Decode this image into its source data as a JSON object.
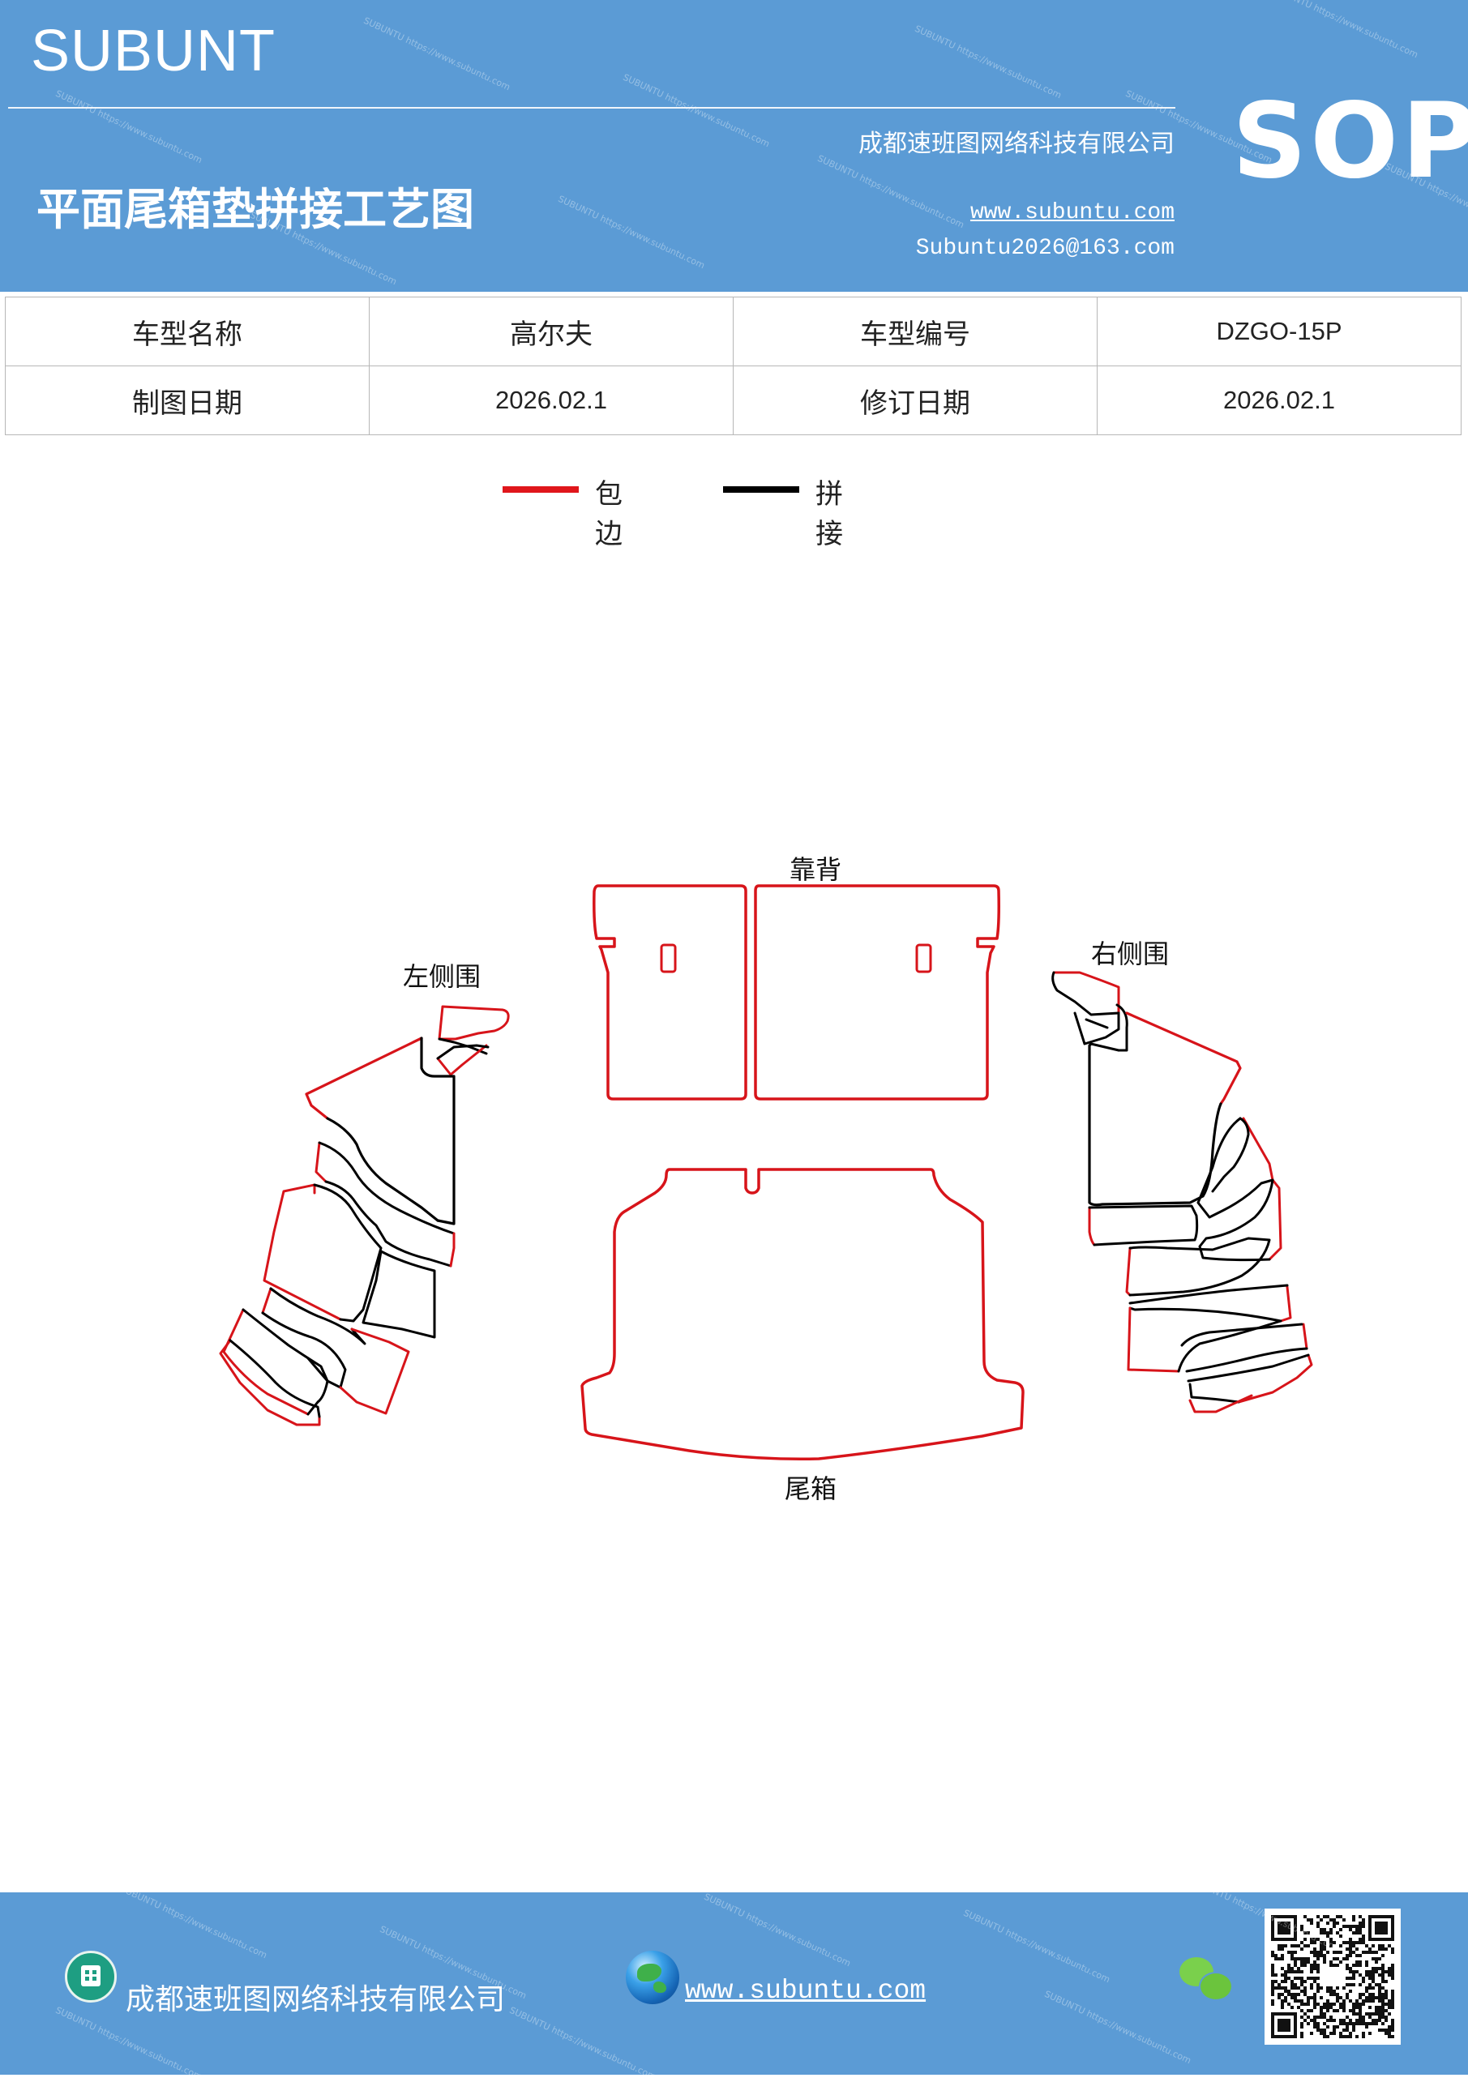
{
  "header": {
    "brand": "SUBUNT",
    "title": "平面尾箱垫拼接工艺图",
    "company": "成都速班图网络科技有限公司",
    "website": "www.subuntu.com",
    "email": "Subuntu2026@163.com",
    "sop": "SOP"
  },
  "info_table": {
    "rows": [
      [
        "车型名称",
        "高尔夫",
        "车型编号",
        "DZGO-15P"
      ],
      [
        "制图日期",
        "2026.02.1",
        "修订日期",
        "2026.02.1"
      ]
    ]
  },
  "legend": {
    "items": [
      {
        "label": "包边",
        "color": "#e0161b"
      },
      {
        "label": "拼接",
        "color": "#000000"
      }
    ]
  },
  "diagram": {
    "labels": {
      "backrest": "靠背",
      "left_side": "左侧围",
      "right_side": "右侧围",
      "trunk": "尾箱"
    },
    "colors": {
      "edge": "#d7141a",
      "seam": "#000000"
    }
  },
  "footer": {
    "company": "成都速班图网络科技有限公司",
    "website": "www.subuntu.com "
  }
}
